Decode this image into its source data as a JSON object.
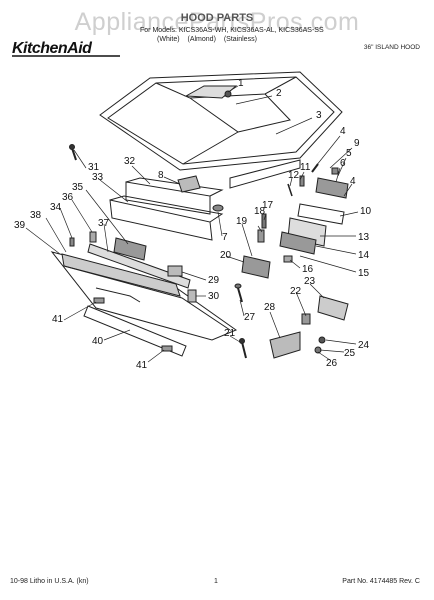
{
  "watermark": "AppliancePartsPros.com",
  "header": {
    "title": "HOOD PARTS",
    "models_line": "For Models: KICS36AS-WH, KICS36AS-AL, KICS36AS-SS",
    "finish_line": "(White)   (Almond)   (Stainless)",
    "brand": "KitchenAid",
    "product": "36\" ISLAND HOOD"
  },
  "footer": {
    "left": "10-98 Litho in U.S.A. (kn)",
    "page": "1",
    "part_no": "Part No. 4174485 Rev. C"
  },
  "callouts": [
    "1",
    "2",
    "3",
    "4",
    "9",
    "5",
    "6",
    "4",
    "10",
    "13",
    "14",
    "15",
    "11",
    "12",
    "8",
    "7",
    "31",
    "32",
    "33",
    "35",
    "36",
    "34",
    "38",
    "39",
    "37",
    "17",
    "18",
    "19",
    "20",
    "16",
    "29",
    "30",
    "27",
    "23",
    "22",
    "28",
    "21",
    "24",
    "25",
    "26",
    "41",
    "40",
    "41"
  ]
}
